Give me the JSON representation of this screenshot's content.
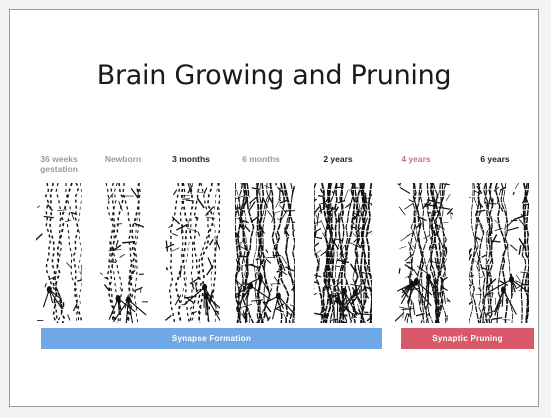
{
  "slide": {
    "title": "Brain Growing and Pruning"
  },
  "stages": [
    {
      "label": "36 weeks gestation",
      "style": "faded",
      "density": 0.12
    },
    {
      "label": "Newborn",
      "style": "faded",
      "density": 0.18
    },
    {
      "label": "3 months",
      "style": "dark",
      "density": 0.28
    },
    {
      "label": "6 months",
      "style": "faded",
      "density": 0.62
    },
    {
      "label": "2 years",
      "style": "dark",
      "density": 0.78
    },
    {
      "label": "4 years",
      "style": "pink",
      "density": 0.5
    },
    {
      "label": "6 years",
      "style": "dark",
      "density": 0.45
    }
  ],
  "bars": {
    "formation_label": "Synapse Formation",
    "pruning_label": "Synaptic Pruning"
  },
  "colors": {
    "formation": "#6fa8e6",
    "pruning": "#d85a6a",
    "ink": "#111111"
  }
}
